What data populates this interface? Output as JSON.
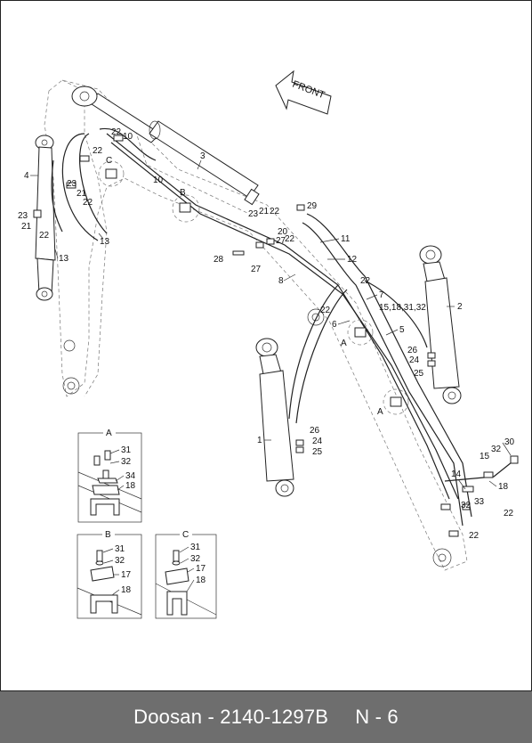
{
  "footer": {
    "brand_part": "Doosan - 2140-1297B",
    "page": "N - 6"
  },
  "direction": "FRONT",
  "callouts": {
    "c1": "1",
    "c2": "2",
    "c3": "3",
    "c4": "4",
    "c5": "5",
    "c6": "6",
    "c7": "7",
    "c8": "8",
    "c10a": "10",
    "c10b": "10",
    "c11": "11",
    "c12": "12",
    "c13a": "13",
    "c13b": "13",
    "c14": "14",
    "c15": "15",
    "c15g": "15,18,31,32",
    "c18": "18",
    "c20": "20",
    "c21a": "21",
    "c21b": "21",
    "c21c": "21",
    "c22a": "22",
    "c22b": "22",
    "c22c": "22",
    "c22d": "22",
    "c22e": "22",
    "c22f": "22",
    "c22g": "22",
    "c22h": "22",
    "c22i": "22",
    "c22j": "22",
    "c23a": "23",
    "c23b": "23",
    "c23c": "23",
    "c24a": "24",
    "c24b": "24",
    "c25a": "25",
    "c25b": "25",
    "c26a": "26",
    "c26b": "26",
    "c27a": "27",
    "c27b": "27",
    "c28": "28",
    "c29": "29",
    "c30": "30",
    "c32a": "32",
    "c32b": "32",
    "c33": "33",
    "cA1": "A",
    "cA2": "A",
    "cB": "B",
    "cC": "C"
  },
  "details": {
    "A": {
      "title": "A",
      "parts": [
        "31",
        "32",
        "34",
        "18"
      ]
    },
    "B": {
      "title": "B",
      "parts": [
        "31",
        "32",
        "17",
        "18"
      ]
    },
    "C": {
      "title": "C",
      "parts": [
        "31",
        "32",
        "17",
        "18"
      ]
    }
  }
}
